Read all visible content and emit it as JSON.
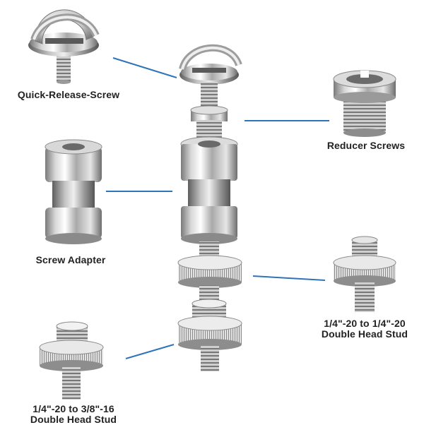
{
  "labels": {
    "quick_release": "Quick-Release-Screw",
    "reducer": "Reducer Screws",
    "adapter": "Screw Adapter",
    "stud_a_line1": "1/4\"-20 to 1/4\"-20",
    "stud_a_line2": "Double Head Stud",
    "stud_b_line1": "1/4\"-20 to 3/8\"-16",
    "stud_b_line2": "Double Head Stud"
  },
  "colors": {
    "leader_line": "#2e74b8",
    "text": "#222222",
    "metal_light": "#f4f4f4",
    "metal_mid": "#b9b9b9",
    "metal_dark": "#6f6f6f"
  }
}
